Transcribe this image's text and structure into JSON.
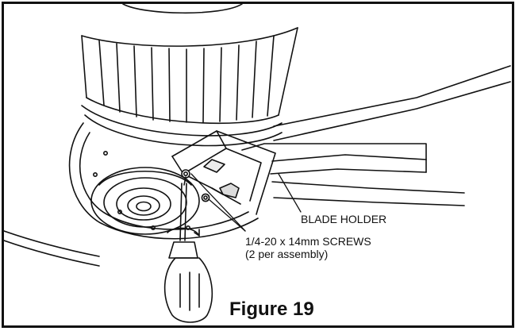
{
  "callouts": {
    "blade_holder": "BLADE HOLDER",
    "screws_line1": "1/4-20 x 14mm SCREWS",
    "screws_line2": "(2 per assembly)"
  },
  "figure": {
    "title": "Figure 19"
  }
}
